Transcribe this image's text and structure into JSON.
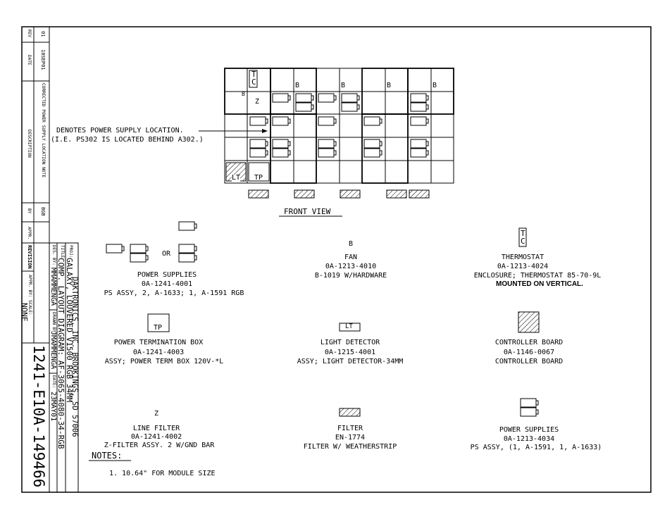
{
  "revision_block": {
    "headers": {
      "rev": "REV",
      "date": "DATE",
      "description": "DESCRIPTION",
      "by": "BY",
      "appr": "APPR."
    },
    "rows": [
      {
        "rev": "01",
        "date": "10SEP01",
        "description": "CORRECTED POWER SUPPLY LOCATION NOTE",
        "by": "BGB",
        "appr": ""
      }
    ],
    "label": "REVISION"
  },
  "title_block": {
    "company": "DAKTRONICS, INC.  BROOKINGS, SD 57006",
    "proj_label": "PROJ:",
    "proj": "GALAXY, LOUVERED V1500 RGB 34MM",
    "title_label": "TITLE:",
    "title": "COMP. LAYOUT DIAGRAM: AF-3065-4080-34-RGB",
    "des_label": "DES. BY:",
    "des": "MMAMMENGA",
    "drawn_label": "DRAWN BY:",
    "drawn": "JMAMMENGA",
    "date_label": "DATE:",
    "date": "23MAY01",
    "revision_label": "REVISION",
    "appr_label": "APPR. BY:",
    "scale_label": "SCALE:",
    "scale": "NONE",
    "drawing_number": "1241-E10A-149466"
  },
  "front_view": {
    "callout_line1": "DENOTES POWER SUPPLY LOCATION.",
    "callout_line2": "(I.E. PS302 IS LOCATED BEHIND A302.)",
    "label": "FRONT VIEW",
    "tc": "T C",
    "z": "Z",
    "b": "B",
    "lt": "LT",
    "tp": "TP"
  },
  "legend": [
    {
      "key": "power-supplies-1",
      "symbol_text": "OR",
      "name": "POWER SUPPLIES",
      "part": "0A-1241-4001",
      "desc": "PS ASSY, 2, A-1633; 1, A-1591 RGB"
    },
    {
      "key": "fan",
      "symbol_text": "B",
      "name": "FAN",
      "part": "0A-1213-4010",
      "desc": "B-1019 W/HARDWARE"
    },
    {
      "key": "thermostat",
      "symbol_text": "T C",
      "name": "THERMOSTAT",
      "part": "0A-1213-4024",
      "desc": "ENCLOSURE; THERMOSTAT 85-70-9L",
      "desc2": "MOUNTED ON VERTICAL."
    },
    {
      "key": "power-termination-box",
      "symbol_text": "TP",
      "name": "POWER TERMINATION BOX",
      "part": "0A-1241-4003",
      "desc": "ASSY; POWER TERM BOX 120V-*L"
    },
    {
      "key": "light-detector",
      "symbol_text": "LT",
      "name": "LIGHT DETECTOR",
      "part": "0A-1215-4001",
      "desc": "ASSY; LIGHT DETECTOR-34MM"
    },
    {
      "key": "controller-board",
      "symbol_text": "",
      "name": "CONTROLLER BOARD",
      "part": "0A-1146-0067",
      "desc": "CONTROLLER BOARD"
    },
    {
      "key": "line-filter",
      "symbol_text": "Z",
      "name": "LINE FILTER",
      "part": "0A-1241-4002",
      "desc": "Z-FILTER ASSY. 2 W/GND BAR"
    },
    {
      "key": "filter",
      "symbol_text": "",
      "name": "FILTER",
      "part": "EN-1774",
      "desc": "FILTER W/ WEATHERSTRIP"
    },
    {
      "key": "power-supplies-2",
      "symbol_text": "",
      "name": "POWER SUPPLIES",
      "part": "0A-1213-4034",
      "desc": "PS ASSY, (1, A-1591, 1, A-1633)"
    }
  ],
  "notes": {
    "heading": "NOTES:",
    "items": [
      "1.  10.64\" FOR MODULE SIZE"
    ]
  }
}
